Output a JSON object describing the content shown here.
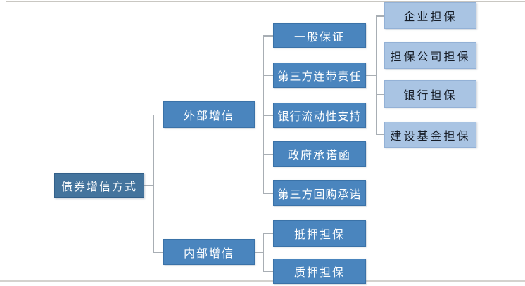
{
  "colors": {
    "root_fill": "#44749D",
    "branch_fill": "#4A85BE",
    "leaf_fill": "#A9C4E3",
    "leaf_text": "#161C26",
    "node_text": "#FFFFFF",
    "connector": "#A8AEB4"
  },
  "tree": {
    "root": {
      "label": "债券增信方式"
    },
    "branches": [
      {
        "label": "外部增信",
        "children": [
          {
            "label": "一般保证"
          },
          {
            "label": "第三方连带责任",
            "children": [
              {
                "label": "企业担保"
              },
              {
                "label": "担保公司担保"
              },
              {
                "label": "银行担保"
              },
              {
                "label": "建设基金担保"
              }
            ]
          },
          {
            "label": "银行流动性支持"
          },
          {
            "label": "政府承诺函"
          },
          {
            "label": "第三方回购承诺"
          }
        ]
      },
      {
        "label": "内部增信",
        "children": [
          {
            "label": "抵押担保"
          },
          {
            "label": "质押担保"
          }
        ]
      }
    ]
  }
}
